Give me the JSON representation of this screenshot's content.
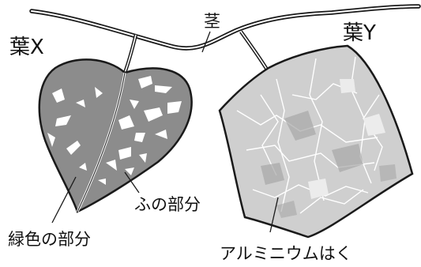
{
  "labels": {
    "leaf_x": "葉X",
    "stem": "茎",
    "leaf_y": "葉Y",
    "variegated_part": "ふの部分",
    "green_part": "緑色の部分",
    "aluminum_foil": "アルミニウムはく"
  },
  "colors": {
    "outline": "#1a1a1a",
    "leaf_green": "#8c8c8c",
    "variegation": "#ffffff",
    "foil_base": "#cfcfcf",
    "foil_light": "#ececec",
    "foil_dark": "#a7a7a7"
  }
}
